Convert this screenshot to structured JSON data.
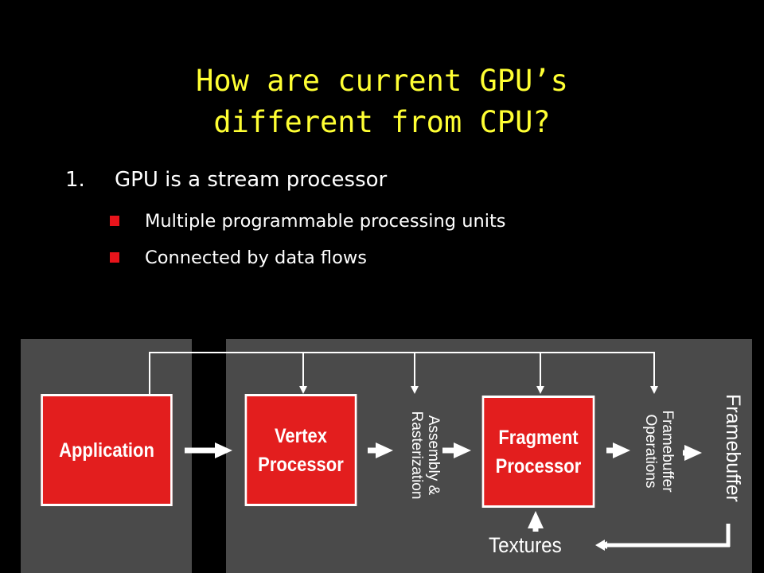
{
  "title": {
    "line1": "How are current GPU’s",
    "line2": "different from CPU?"
  },
  "bullets": {
    "item1_number": "1.",
    "item1_text": "GPU is a stream processor",
    "sub": [
      "Multiple programmable processing units",
      "Connected by data flows"
    ]
  },
  "diagram": {
    "application": "Application",
    "vertex_line1": "Vertex",
    "vertex_line2": "Processor",
    "assembly_line1": "Assembly &",
    "assembly_line2": "Rasterization",
    "fragment_line1": "Fragment",
    "fragment_line2": "Processor",
    "fbops_line1": "Framebuffer",
    "fbops_line2": "Operations",
    "framebuffer": "Framebuffer",
    "textures": "Textures"
  },
  "colors": {
    "title": "#ffff33",
    "box_fill": "#e31e1e",
    "bullet": "#e8141b",
    "panel": "#4a4a4a"
  }
}
